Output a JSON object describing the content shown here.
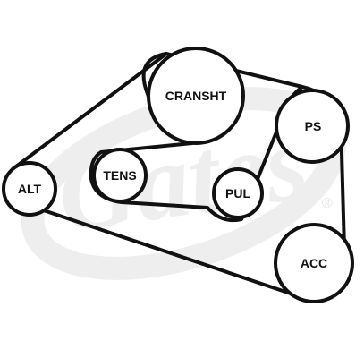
{
  "watermark": {
    "text": "Gates",
    "registered": "®",
    "color": "#eeeeee"
  },
  "belt": {
    "color": "#111111",
    "routing": [
      "CRANSHT",
      "PS",
      "ACC",
      "ALT",
      "TENS",
      "PUL"
    ]
  },
  "pulleys": [
    {
      "id": "cransht",
      "label": "CRANSHT"
    },
    {
      "id": "ps",
      "label": "PS"
    },
    {
      "id": "acc",
      "label": "ACC"
    },
    {
      "id": "alt",
      "label": "ALT"
    },
    {
      "id": "tens",
      "label": "TENS"
    },
    {
      "id": "pul",
      "label": "PUL"
    }
  ]
}
